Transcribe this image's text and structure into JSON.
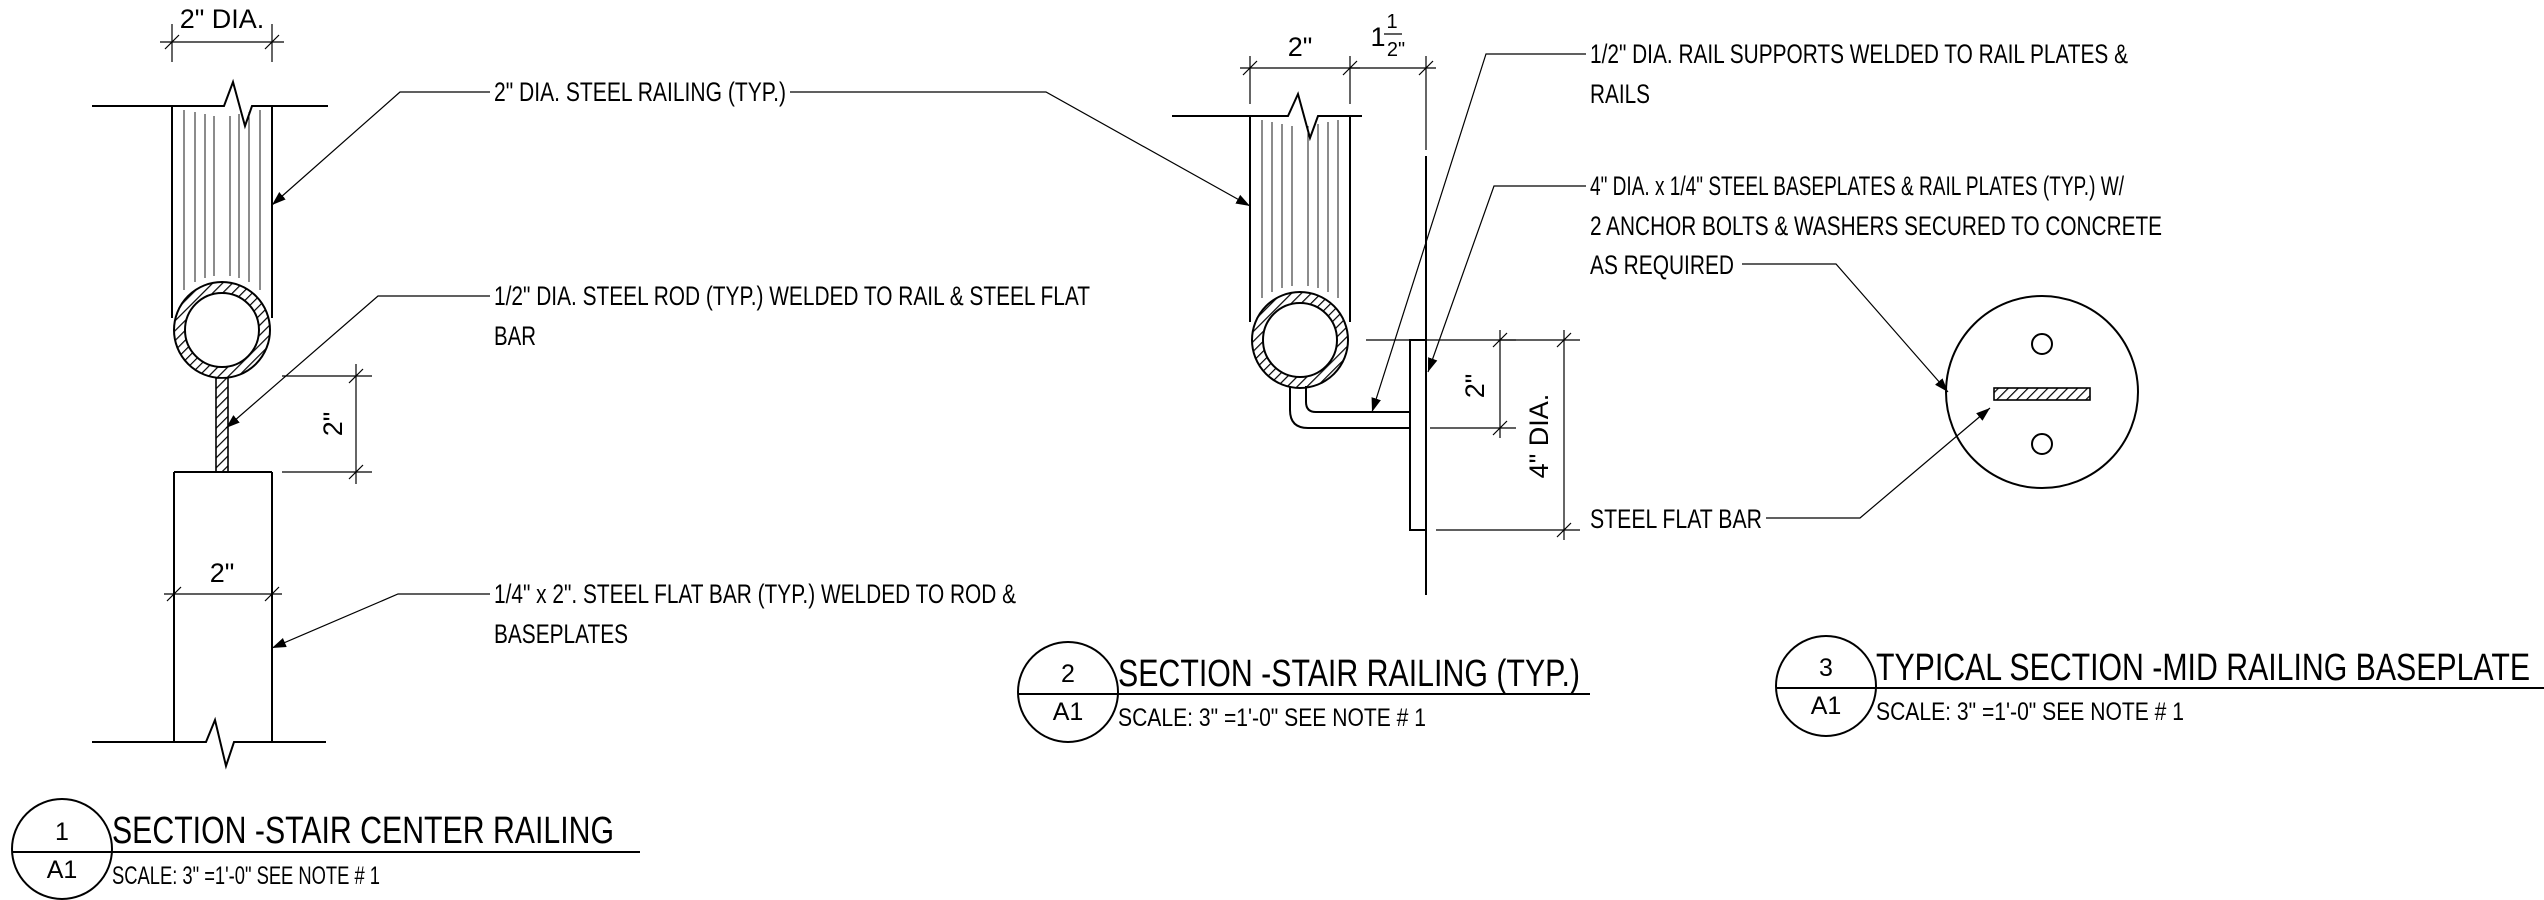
{
  "detail1": {
    "number": "1",
    "sheet": "A1",
    "title": "SECTION -STAIR CENTER RAILING",
    "scale": "SCALE: 3\" =1'-0\"    SEE NOTE # 1",
    "dim_top": "2\" DIA.",
    "dim_gap": "2\"",
    "dim_bar": "2\"",
    "note_railing": "2\" DIA. STEEL RAILING (TYP.)",
    "note_rod_l1": "1/2\" DIA. STEEL ROD (TYP.) WELDED TO RAIL & STEEL FLAT",
    "note_rod_l2": "BAR",
    "note_bar_l1": "1/4\" x 2\". STEEL FLAT BAR (TYP.) WELDED TO ROD &",
    "note_bar_l2": "BASEPLATES"
  },
  "detail2": {
    "number": "2",
    "sheet": "A1",
    "title": "SECTION -STAIR RAILING (TYP.)",
    "scale": "SCALE: 3\" =1'-0\"    SEE NOTE # 1",
    "dim_top": "2\"",
    "dim_off_whole": "1",
    "dim_off_num": "1",
    "dim_off_den": "2\"",
    "dim_plate_gap": "2\"",
    "dim_plate": "4\" DIA.",
    "note_support_l1": "1/2\" DIA. RAIL SUPPORTS WELDED TO RAIL PLATES &",
    "note_support_l2": "RAILS",
    "note_plate_l1": "4\" DIA. x 1/4\" STEEL BASEPLATES & RAIL PLATES (TYP.) W/",
    "note_plate_l2": "2 ANCHOR BOLTS & WASHERS SECURED TO CONCRETE",
    "note_plate_l3": "AS REQUIRED",
    "note_flatbar": "STEEL FLAT BAR"
  },
  "detail3": {
    "number": "3",
    "sheet": "A1",
    "title": "TYPICAL SECTION -MID RAILING BASEPLATE",
    "scale": "SCALE: 3\" =1'-0\"    SEE NOTE # 1"
  }
}
